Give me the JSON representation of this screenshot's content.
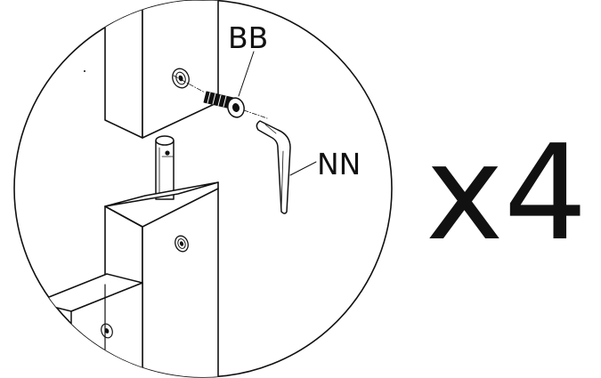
{
  "labels": {
    "bolt": "BB",
    "key": "NN",
    "quantity": "x4"
  },
  "colors": {
    "line": "#111111",
    "background": "#ffffff"
  }
}
